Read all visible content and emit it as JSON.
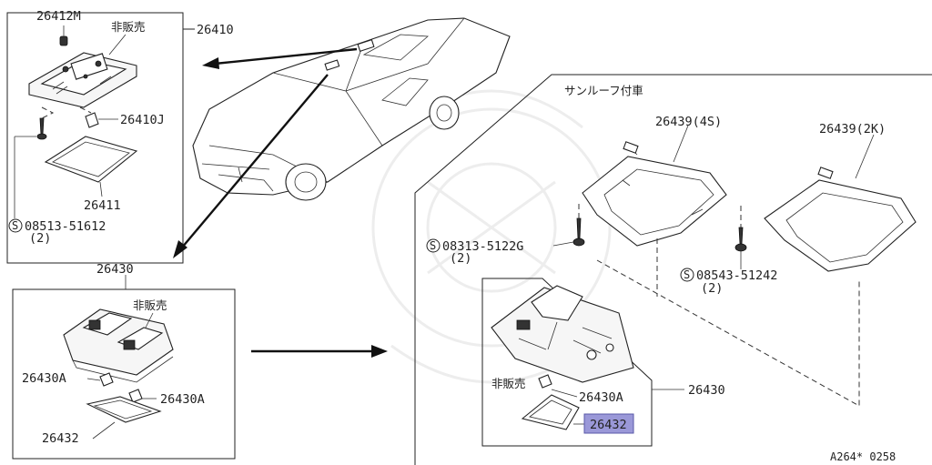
{
  "labels": {
    "p26412m": "26412M",
    "non_sale_top": "非販売",
    "p26410": "26410",
    "p26410j": "26410J",
    "p26411": "26411",
    "screw_top": "08513-51612",
    "screw_top_qty": "(2)",
    "p26430_left": "26430",
    "non_sale_left": "非販売",
    "p26430a_left1": "26430A",
    "p26430a_left2": "26430A",
    "p26432_left": "26432",
    "sunroof_caption": "サンルーフ付車",
    "p26439_4s": "26439(4S)",
    "p26439_2k": "26439(2K)",
    "screw_right1": "08313-5122G",
    "screw_right1_qty": "(2)",
    "screw_right2": "08543-51242",
    "screw_right2_qty": "(2)",
    "non_sale_right": "非販売",
    "p26430a_right": "26430A",
    "p26430_right": "26430",
    "p26432_right": "26432",
    "ref_code": "A264* 0258",
    "s_symbol": "S"
  },
  "colors": {
    "highlight": "#9a98d8",
    "line": "#222222"
  }
}
